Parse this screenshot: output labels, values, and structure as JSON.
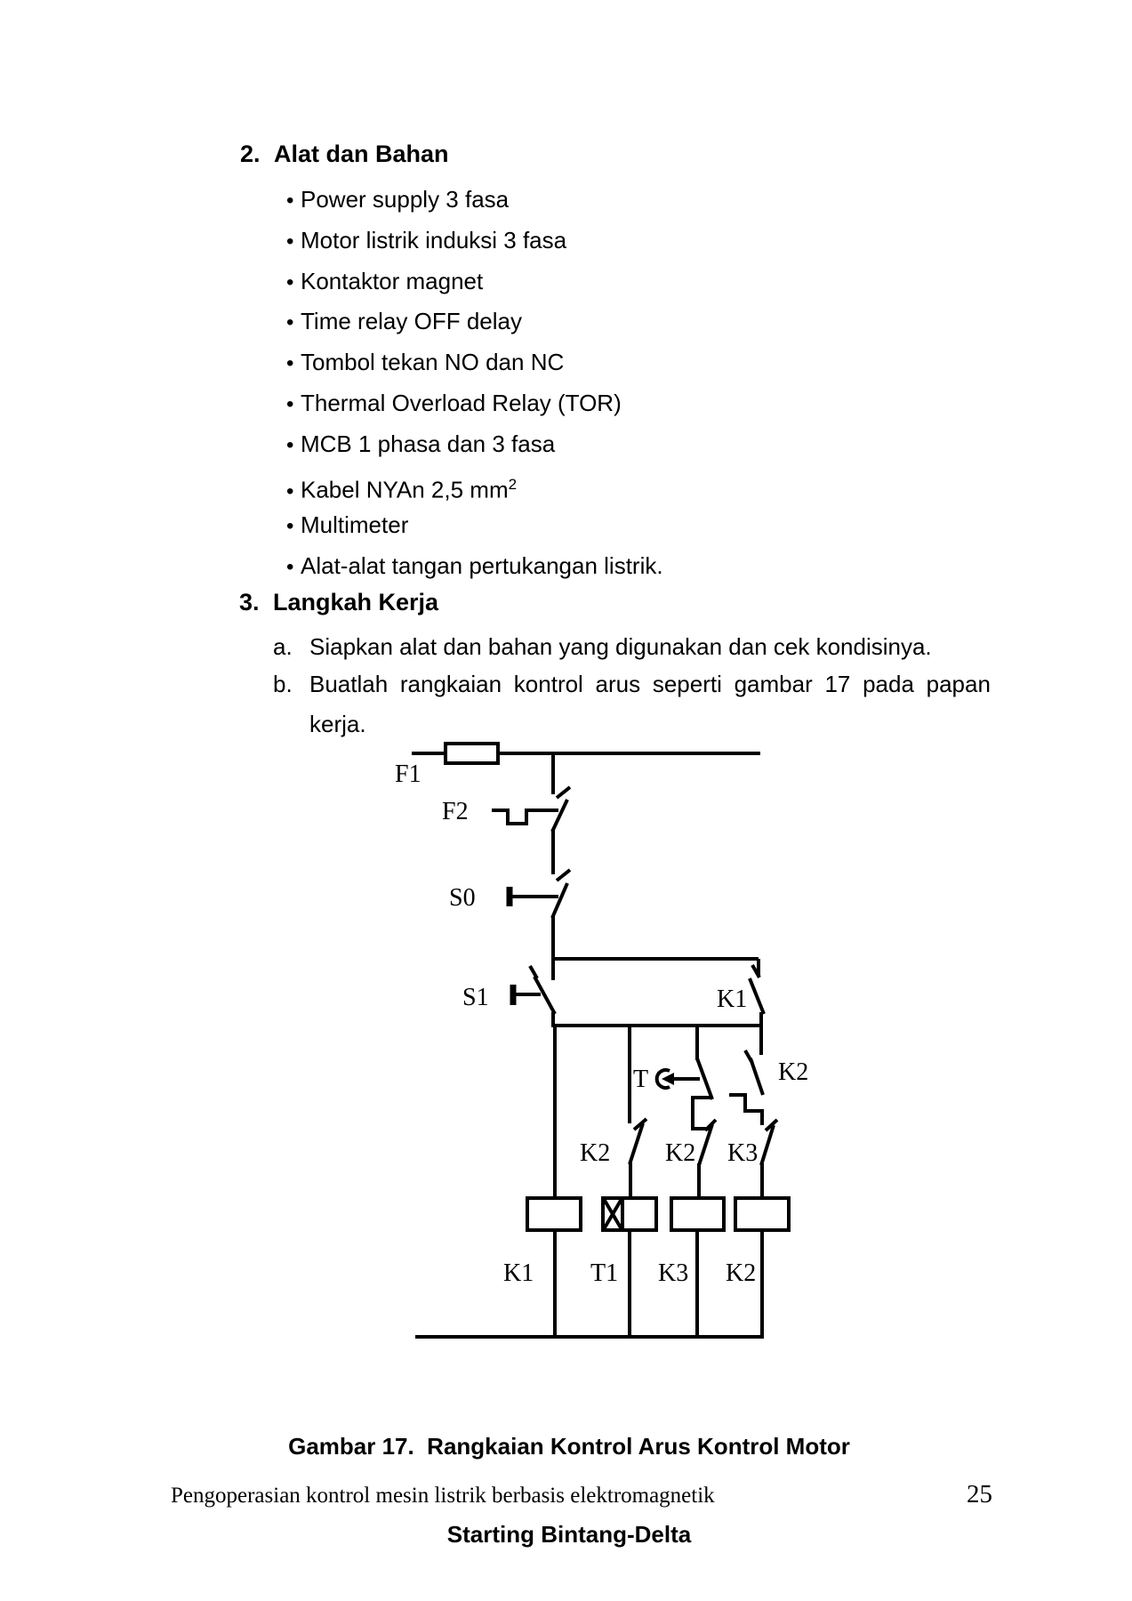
{
  "document": {
    "bullet_char": "•",
    "section_2": {
      "number": "2.",
      "title": "Alat dan Bahan"
    },
    "tools_list": [
      {
        "text": "Power supply 3 fasa",
        "sup": ""
      },
      {
        "text": "Motor listrik induksi 3 fasa",
        "sup": ""
      },
      {
        "text": "Kontaktor magnet",
        "sup": ""
      },
      {
        "text": "Time relay OFF delay",
        "sup": ""
      },
      {
        "text": "Tombol tekan NO dan NC",
        "sup": ""
      },
      {
        "text": "Thermal Overload Relay (TOR)",
        "sup": ""
      },
      {
        "text": "MCB 1 phasa dan 3 fasa",
        "sup": ""
      },
      {
        "text": "Kabel NYAn 2,5 mm",
        "sup": "2"
      },
      {
        "text": "Multimeter",
        "sup": ""
      },
      {
        "text": "Alat-alat tangan pertukangan listrik.",
        "sup": ""
      }
    ],
    "section_3": {
      "number": "3.",
      "title": "Langkah Kerja"
    },
    "steps": {
      "a": {
        "label": "a.",
        "text": "Siapkan alat dan bahan yang digunakan dan cek kondisinya."
      },
      "b": {
        "label": "b.",
        "words": [
          "Buatlah",
          "rangkaian",
          "kontrol",
          "arus",
          "seperti",
          "gambar",
          "17",
          "pada",
          "papan"
        ],
        "line2": "kerja."
      }
    },
    "diagram": {
      "labels": {
        "f1": "F1",
        "f2": "F2",
        "s0": "S0",
        "s1": "S1",
        "k1_contact": "K1",
        "k2_nc_contact": "K2",
        "t_contact": "T",
        "k2_no_left": "K2",
        "k2_no_mid": "K2",
        "k3_nc_contact": "K3",
        "coil_k1": "K1",
        "coil_t1": "T1",
        "coil_k3": "K3",
        "coil_k2": "K2"
      }
    },
    "caption": {
      "line1": "Gambar 17.  Rangkaian Kontrol Arus Kontrol Motor",
      "line2": "Starting Bintang-Delta"
    },
    "footer": {
      "text": "Pengoperasian kontrol mesin listrik berbasis elektromagnetik",
      "page_number": "25"
    }
  }
}
